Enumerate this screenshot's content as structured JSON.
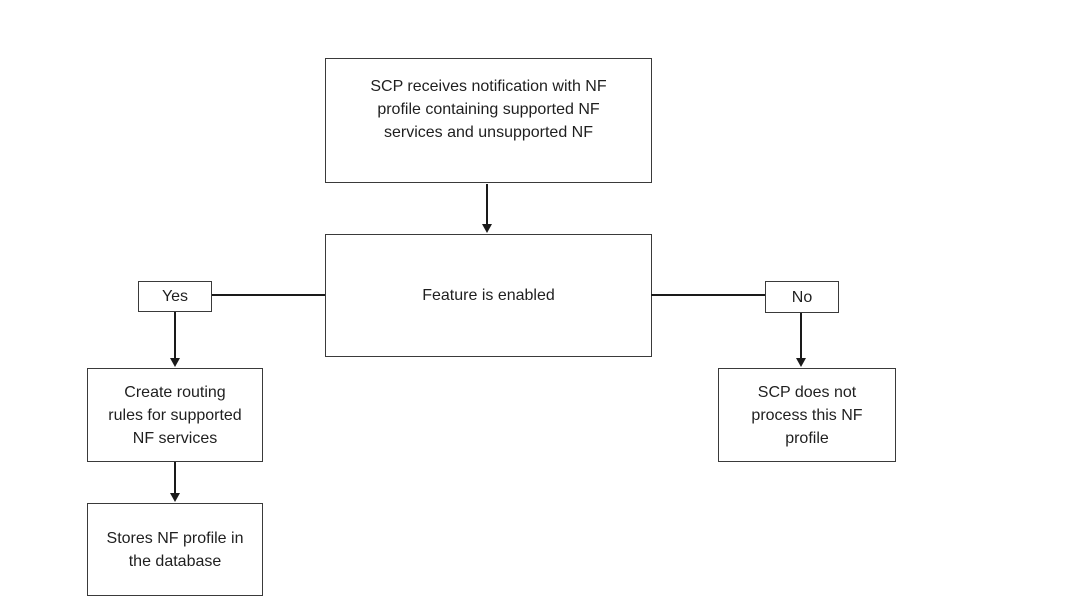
{
  "diagram": {
    "title": "SCP NF profile notification handling flowchart",
    "colors": {
      "background": "#ffffff",
      "node_border": "#3a3a3a",
      "node_fill": "#ffffff",
      "text": "#1f1f1f",
      "connector": "#1a1a1a"
    },
    "nodes": {
      "start": {
        "label": "SCP receives notification with NF\nprofile containing supported NF\nservices and unsupported NF"
      },
      "decision": {
        "label": "Feature is enabled"
      },
      "yes_branch": {
        "label": "Yes"
      },
      "no_branch": {
        "label": "No"
      },
      "create_rules": {
        "label": "Create routing\nrules for supported\nNF services"
      },
      "store_profile": {
        "label": "Stores NF profile in\nthe database"
      },
      "not_processed": {
        "label": "SCP does not\nprocess this NF\nprofile"
      }
    },
    "edges": [
      {
        "from": "start",
        "to": "decision",
        "type": "arrow"
      },
      {
        "from": "decision",
        "to": "yes_branch",
        "type": "plain"
      },
      {
        "from": "decision",
        "to": "no_branch",
        "type": "plain"
      },
      {
        "from": "yes_branch",
        "to": "create_rules",
        "type": "arrow"
      },
      {
        "from": "create_rules",
        "to": "store_profile",
        "type": "arrow"
      },
      {
        "from": "no_branch",
        "to": "not_processed",
        "type": "arrow"
      }
    ]
  }
}
